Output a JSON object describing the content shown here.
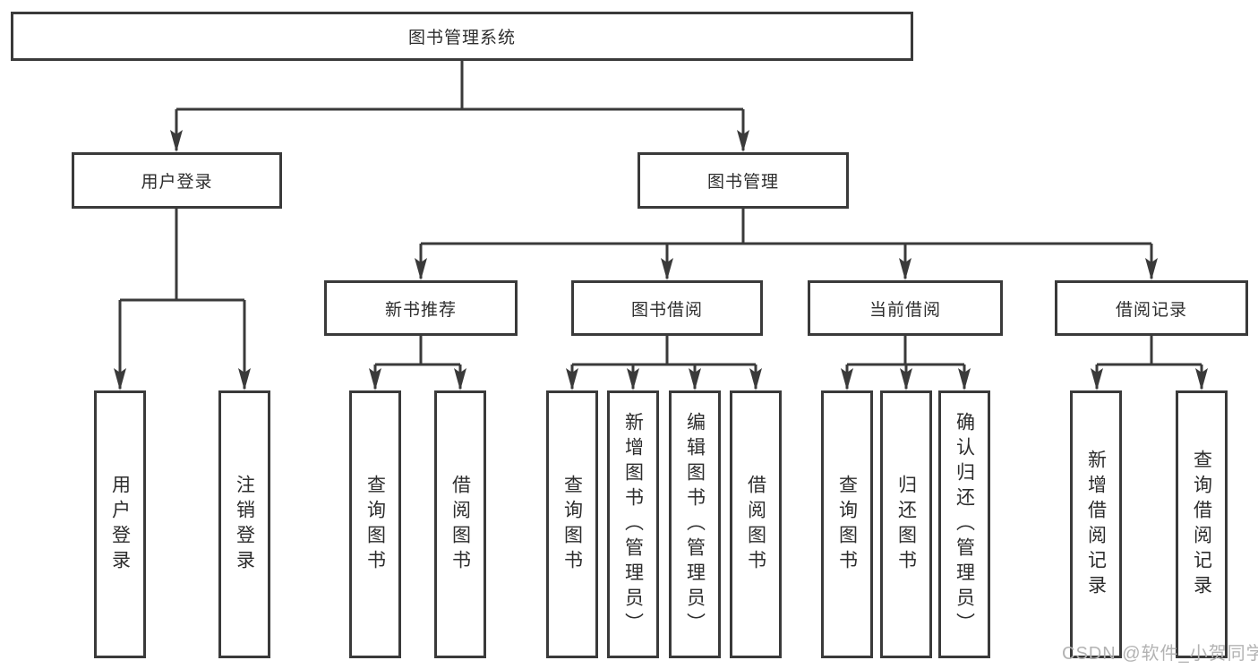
{
  "tree": {
    "root": {
      "label": "图书管理系统",
      "children": [
        {
          "label": "用户登录",
          "children": [
            {
              "label": "用户登录"
            },
            {
              "label": "注销登录"
            }
          ]
        },
        {
          "label": "图书管理",
          "children": [
            {
              "label": "新书推荐",
              "children": [
                {
                  "label": "查询图书"
                },
                {
                  "label": "借阅图书"
                }
              ]
            },
            {
              "label": "图书借阅",
              "children": [
                {
                  "label": "查询图书"
                },
                {
                  "label": "新增图书（管理员）"
                },
                {
                  "label": "编辑图书（管理员）"
                },
                {
                  "label": "借阅图书"
                }
              ]
            },
            {
              "label": "当前借阅",
              "children": [
                {
                  "label": "查询图书"
                },
                {
                  "label": "归还图书"
                },
                {
                  "label": "确认归还（管理员）"
                }
              ]
            },
            {
              "label": "借阅记录",
              "children": [
                {
                  "label": "新增借阅记录"
                },
                {
                  "label": "查询借阅记录"
                }
              ]
            }
          ]
        }
      ]
    }
  },
  "watermark": {
    "text": "CSDN @软件_小贺同学"
  },
  "colors": {
    "line": "#3a3a3a",
    "box_border": "#3a3a3a",
    "text": "#2d2d2d",
    "watermark": "#b3b3b3",
    "background": "#ffffff"
  }
}
